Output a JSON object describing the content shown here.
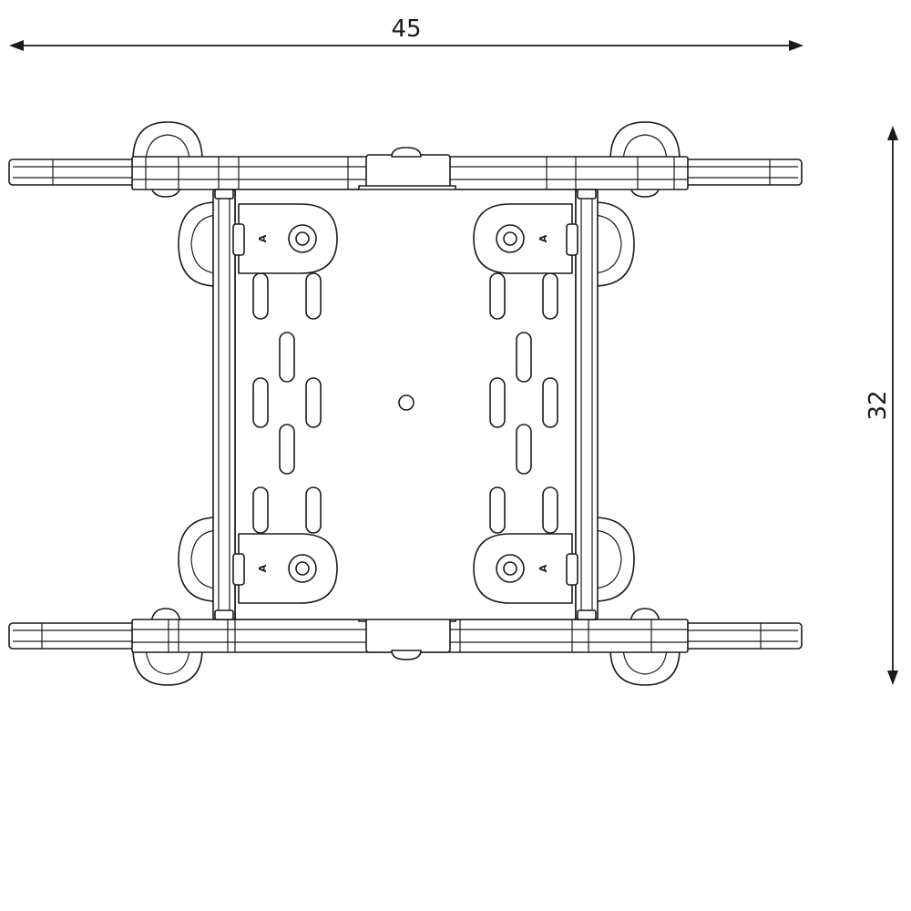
{
  "dimensions": {
    "width": "45",
    "height": "32"
  },
  "bracket_marks": [
    "A",
    "A",
    "A",
    "A"
  ]
}
